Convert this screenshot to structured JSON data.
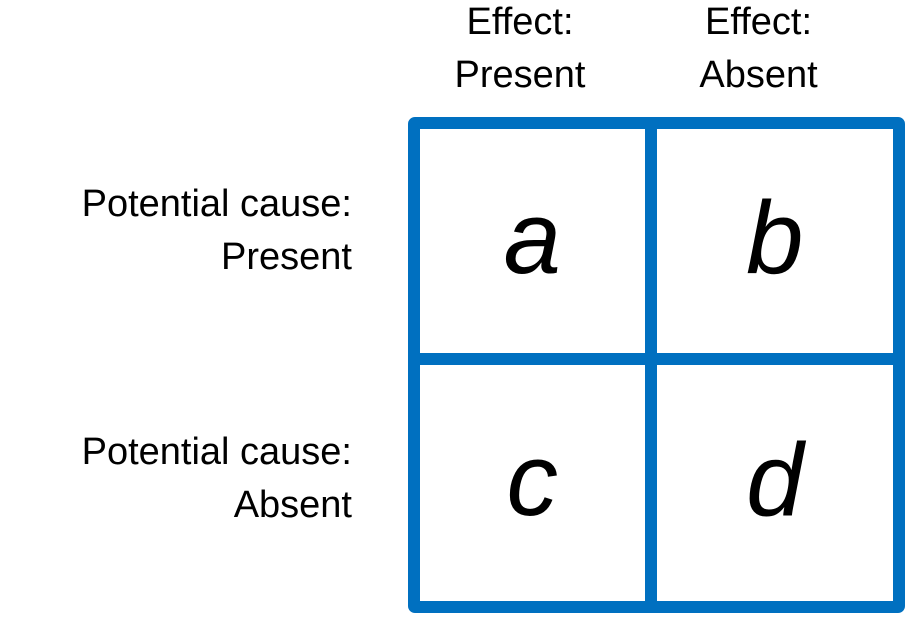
{
  "diagram": {
    "type": "contingency-table-2x2",
    "col_headers": [
      {
        "line1": "Effect:",
        "line2": "Present"
      },
      {
        "line1": "Effect:",
        "line2": "Absent"
      }
    ],
    "row_headers": [
      {
        "line1": "Potential cause:",
        "line2": "Present"
      },
      {
        "line1": "Potential cause:",
        "line2": "Absent"
      }
    ],
    "cells": [
      [
        "a",
        "b"
      ],
      [
        "c",
        "d"
      ]
    ],
    "colors": {
      "grid_blue": "#0070C0",
      "text": "#000000",
      "background": "#FFFFFF"
    }
  }
}
